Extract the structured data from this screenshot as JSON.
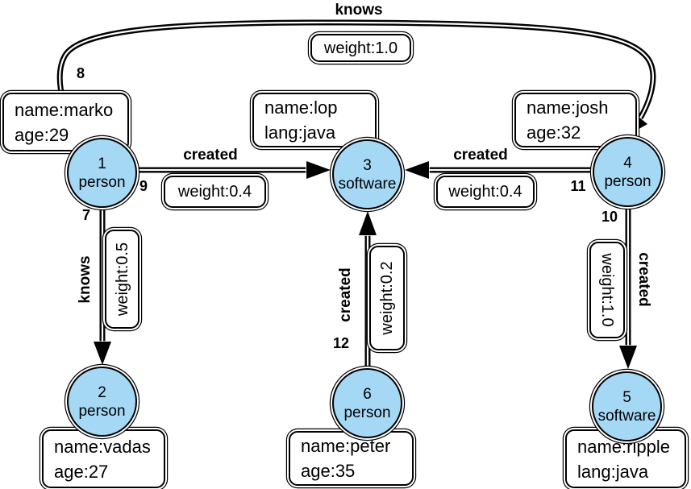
{
  "colors": {
    "background": "#ffffff",
    "node_fill": "#a5d8f5",
    "node_border": "#000000",
    "edge_color": "#000000",
    "box_fill": "#ffffff"
  },
  "nodes": [
    {
      "id": "1",
      "label": "person"
    },
    {
      "id": "2",
      "label": "person"
    },
    {
      "id": "3",
      "label": "software"
    },
    {
      "id": "4",
      "label": "person"
    },
    {
      "id": "5",
      "label": "software"
    },
    {
      "id": "6",
      "label": "person"
    }
  ],
  "boxes": [
    {
      "node": "1",
      "line1": "name:marko",
      "line2": "age:29"
    },
    {
      "node": "3",
      "line1": "name:lop",
      "line2": "lang:java"
    },
    {
      "node": "4",
      "line1": "name:josh",
      "line2": "age:32"
    },
    {
      "node": "2",
      "line1": "name:vadas",
      "line2": "age:27"
    },
    {
      "node": "6",
      "line1": "name:peter",
      "line2": "age:35"
    },
    {
      "node": "5",
      "line1": "name:ripple",
      "line2": "lang:java"
    }
  ],
  "edges": [
    {
      "id": "8",
      "label": "knows",
      "weight": "weight:1.0",
      "from": "1",
      "to": "4"
    },
    {
      "id": "9",
      "label": "created",
      "weight": "weight:0.4",
      "from": "1",
      "to": "3"
    },
    {
      "id": "11",
      "label": "created",
      "weight": "weight:0.4",
      "from": "4",
      "to": "3"
    },
    {
      "id": "7",
      "label": "knows",
      "weight": "weight:0.5",
      "from": "1",
      "to": "2"
    },
    {
      "id": "12",
      "label": "created",
      "weight": "weight:0.2",
      "from": "6",
      "to": "3"
    },
    {
      "id": "10",
      "label": "created",
      "weight": "weight:1.0",
      "from": "4",
      "to": "5"
    }
  ]
}
